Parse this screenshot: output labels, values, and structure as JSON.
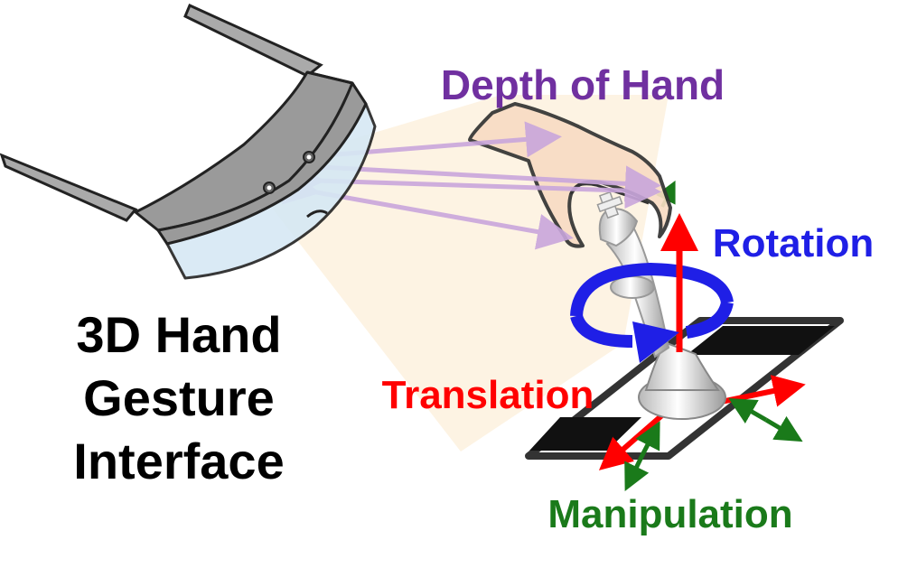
{
  "labels": {
    "depth": "Depth of Hand",
    "rotation": "Rotation",
    "translation": "Translation",
    "manipulation": "Manipulation",
    "interface_line1": "3D Hand",
    "interface_line2": "Gesture",
    "interface_line3": "Interface"
  },
  "colors": {
    "depth": "#7030a0",
    "rotation": "#1f1fe6",
    "translation": "#ff0000",
    "manipulation": "#1a7a1a",
    "interface": "#000000",
    "depth_arrows": "#c9a6dc",
    "fov_cone": "#fdf1de",
    "hand_fill": "#f8dcc4",
    "headset_frame": "#9a9a9a",
    "headset_lens": "#d6e8f4"
  },
  "icons": {
    "headset": "ar-headset-icon",
    "hand": "hand-icon",
    "chess_piece": "chess-king-icon",
    "board": "chessboard-icon"
  }
}
